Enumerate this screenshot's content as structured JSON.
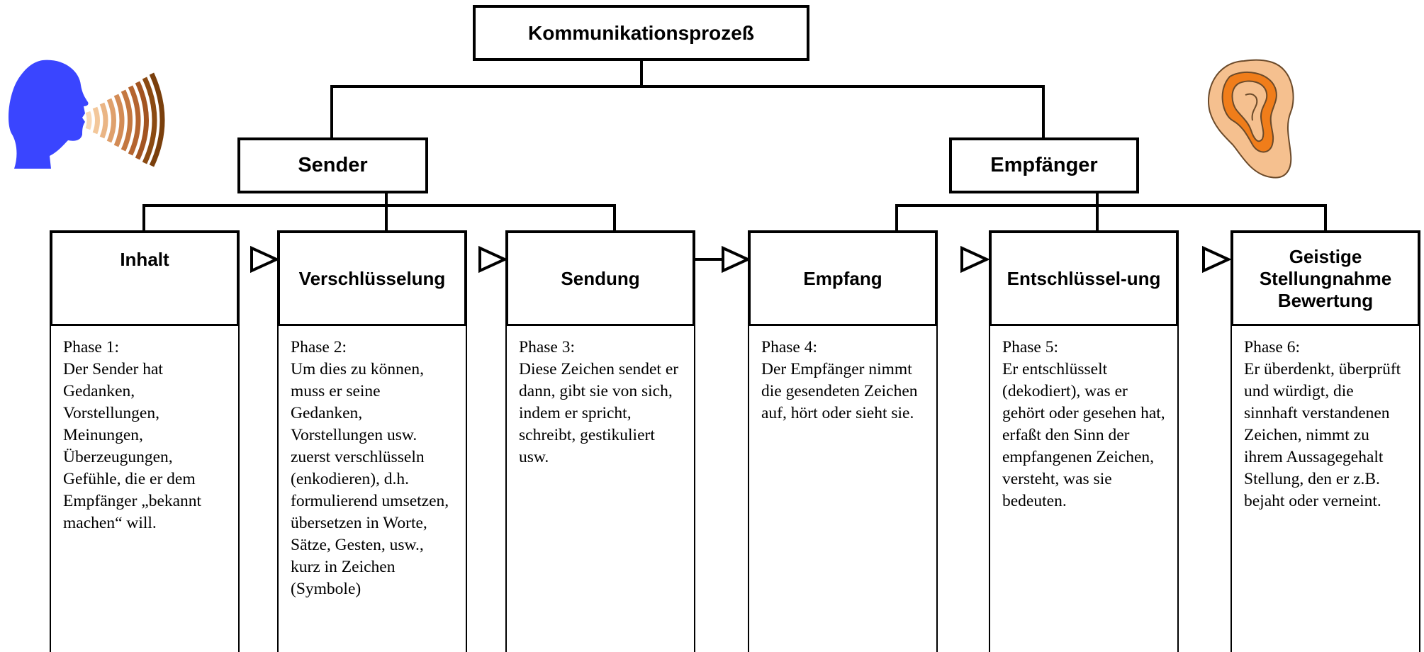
{
  "title": "Kommunikationsprozeß",
  "groups": {
    "sender": "Sender",
    "receiver": "Empfänger"
  },
  "phases": [
    {
      "name": "Inhalt",
      "label": "Phase 1:",
      "text": "Der Sender hat Gedanken, Vorstellungen, Meinungen, Überzeugungen, Gefühle, die er dem Empfänger „bekannt machen“ will."
    },
    {
      "name": "Verschlüsselung",
      "label": "Phase 2:",
      "text": "Um dies zu können, muss er seine Gedanken, Vorstellungen usw. zuerst verschlüsseln (enkodieren), d.h. formulierend umsetzen, übersetzen in Worte, Sätze, Gesten, usw., kurz in Zeichen (Symbole)"
    },
    {
      "name": "Sendung",
      "label": "Phase 3:",
      "text": "Diese Zeichen sendet er dann, gibt sie von sich, indem er spricht, schreibt, gestikuliert usw."
    },
    {
      "name": "Empfang",
      "label": "Phase 4:",
      "text": "Der Empfänger nimmt die gesendeten Zeichen auf, hört oder sieht sie."
    },
    {
      "name": "Entschlüssel-ung",
      "label": "Phase 5:",
      "text": "Er entschlüsselt (dekodiert), was er gehört oder gesehen hat, erfaßt den Sinn der empfangenen Zeichen, versteht, was sie bedeuten."
    },
    {
      "name": "Geistige Stellungnahme Bewertung",
      "label": "Phase 6:",
      "text": "Er überdenkt, überprüft und würdigt, die sinnhaft verstandenen Zeichen, nimmt zu ihrem Aussagegehalt Stellung, den er z.B. bejaht oder verneint."
    }
  ],
  "icons": {
    "speaker": "speaking-head-icon",
    "listener": "ear-icon"
  },
  "colors": {
    "head": "#3a45ff",
    "ear": "#f5c08f",
    "ear_inner": "#f07d1a",
    "wave_light": "#f3c79a",
    "wave_dark": "#8b4a12"
  }
}
